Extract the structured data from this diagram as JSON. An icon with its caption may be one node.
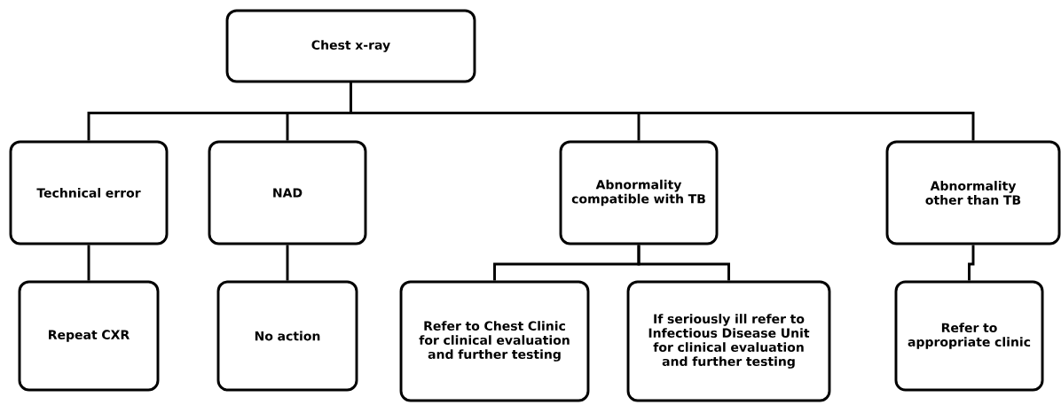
{
  "diagram": {
    "nodes": [
      {
        "text": [
          "Chest x-ray"
        ]
      },
      {
        "text": [
          "Technical error"
        ]
      },
      {
        "text": [
          "NAD"
        ]
      },
      {
        "text": [
          "Abnormality compatible with TB"
        ]
      },
      {
        "text": [
          "Abnormality other than TB"
        ]
      },
      {
        "text": [
          "Repeat CXR"
        ]
      },
      {
        "text": [
          "No action"
        ]
      },
      {
        "text": [
          "Refer to Chest Clinic for clinical evaluation and further testing"
        ]
      },
      {
        "text": [
          "If seriously ill refer to Infectious Disease Unit for clinical evaluation and further testing"
        ]
      },
      {
        "text": [
          "Refer to appropriate clinic"
        ]
      }
    ],
    "edges": [
      {
        "from": 0,
        "to": 1,
        "arrow": "none"
      },
      {
        "from": 0,
        "to": 2,
        "arrow": "none"
      },
      {
        "from": 0,
        "to": 3,
        "arrow": "none"
      },
      {
        "from": 0,
        "to": 4,
        "arrow": "none"
      },
      {
        "from": 1,
        "to": 5,
        "arrow": "none"
      },
      {
        "from": 2,
        "to": 6,
        "arrow": "none"
      },
      {
        "from": 3,
        "to": 7,
        "arrow": "none"
      },
      {
        "from": 3,
        "to": 8,
        "arrow": "none"
      },
      {
        "from": 4,
        "to": 9,
        "arrow": "none"
      }
    ]
  }
}
